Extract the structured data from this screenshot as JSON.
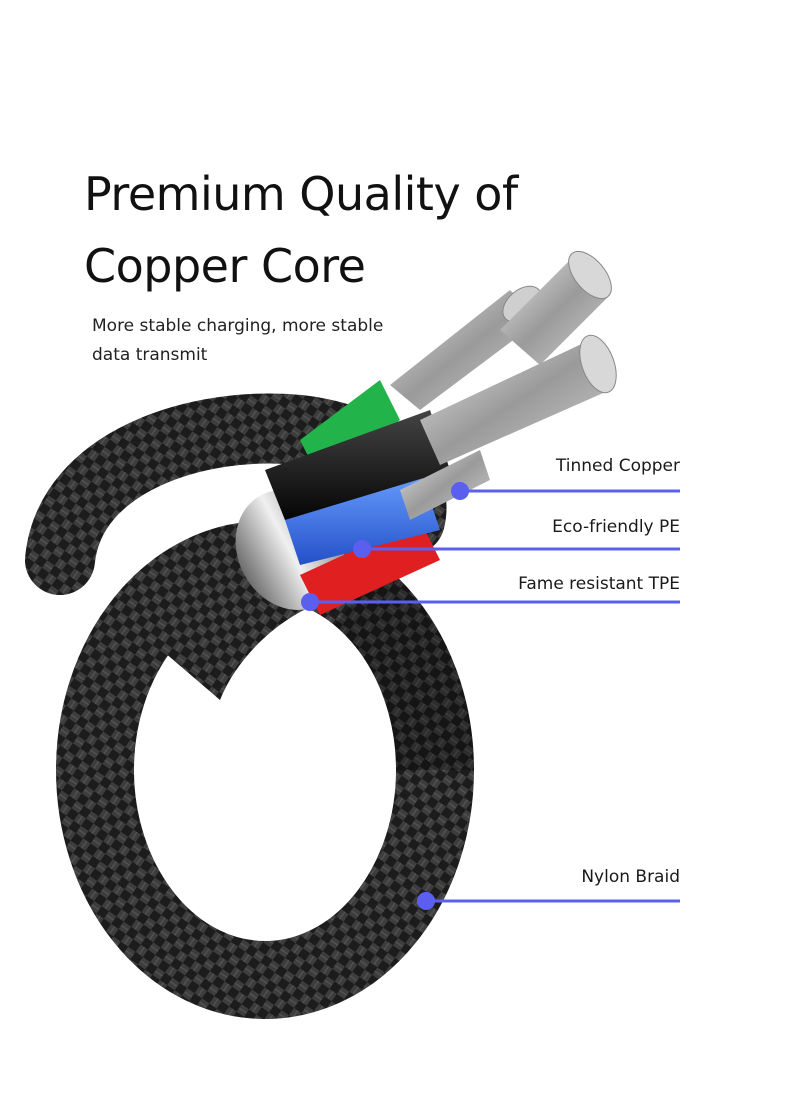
{
  "headline": {
    "line1": "Premium Quality of",
    "line2": "Copper Core"
  },
  "subtitle": {
    "line1": "More stable charging, more stable",
    "line2": "data transmit"
  },
  "callouts": [
    {
      "label": "Tinned Copper"
    },
    {
      "label": "Eco-friendly PE"
    },
    {
      "label": "Fame resistant TPE"
    },
    {
      "label": "Nylon Braid"
    }
  ],
  "colors": {
    "callout_line": "#5b5ff0",
    "braid": "#2a2a2a",
    "insulation_blue": "#3a6ee8",
    "insulation_red": "#e02020",
    "insulation_green": "#22b34a",
    "copper": "#b8b8b8"
  }
}
